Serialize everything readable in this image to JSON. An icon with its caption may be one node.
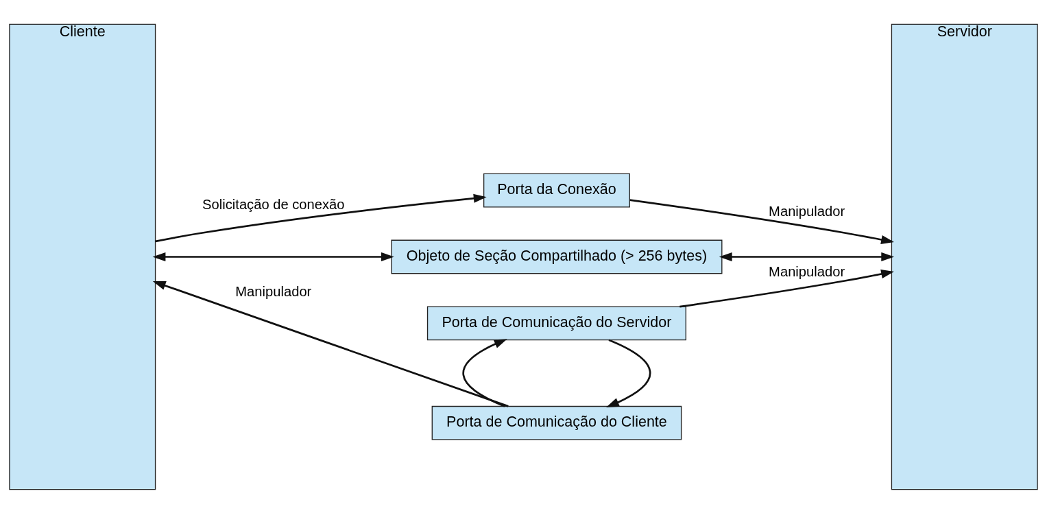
{
  "diagram": {
    "nodes": [
      {
        "text": [
          "Cliente"
        ]
      },
      {
        "text": [
          "Servidor"
        ]
      },
      {
        "text": [
          "Porta da Conexão"
        ]
      },
      {
        "text": [
          "Porta de Comunicação do Cliente"
        ]
      },
      {
        "text": [
          "Porta de Comunicação do Servidor"
        ]
      },
      {
        "text": [
          "Objeto de Seção Compartilhado (> 256 bytes)"
        ]
      }
    ],
    "edges": [
      {
        "from": 0,
        "to": 2,
        "arrow": "to",
        "label": "Solicitação de conexão"
      },
      {
        "from": 2,
        "to": 1,
        "arrow": "to",
        "label": "Manipulador"
      },
      {
        "from": 3,
        "to": 0,
        "arrow": "to",
        "label": "Manipulador"
      },
      {
        "from": 4,
        "to": 3,
        "arrow": "to"
      },
      {
        "from": 3,
        "to": 4,
        "arrow": "to"
      },
      {
        "from": 4,
        "to": 1,
        "arrow": "to",
        "label": "Manipulador"
      },
      {
        "from": 5,
        "to": 0,
        "arrow": "both"
      },
      {
        "from": 5,
        "to": 1,
        "arrow": "both"
      }
    ]
  }
}
